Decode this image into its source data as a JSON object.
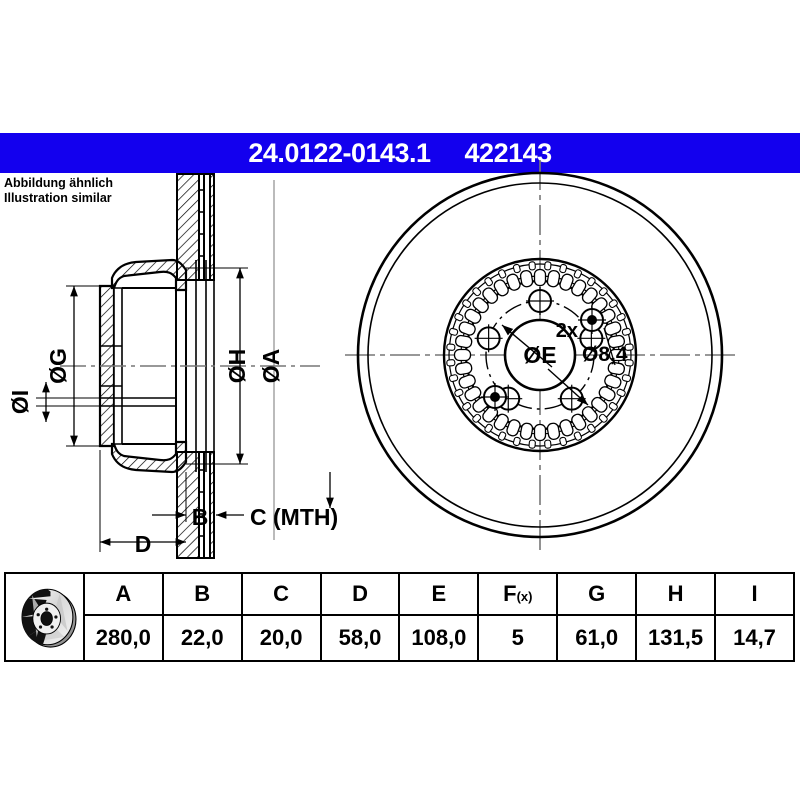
{
  "header": {
    "part_number": "24.0122-0143.1",
    "article_number": "422143",
    "background_color": "#1300ee",
    "text_color": "#ffffff"
  },
  "note": {
    "line_de": "Abbildung ähnlich",
    "line_en": "Illustration similar"
  },
  "drawing": {
    "section_view": {
      "labels": [
        {
          "key": "G",
          "text": "ØG",
          "orientation": "vertical"
        },
        {
          "key": "I",
          "text": "ØI",
          "orientation": "vertical"
        },
        {
          "key": "H",
          "text": "ØH",
          "orientation": "vertical"
        },
        {
          "key": "A",
          "text": "ØA",
          "orientation": "vertical"
        },
        {
          "key": "B",
          "text": "B",
          "orientation": "horizontal"
        },
        {
          "key": "C",
          "text": "C (MTH)",
          "orientation": "horizontal"
        },
        {
          "key": "D",
          "text": "D",
          "orientation": "horizontal"
        }
      ]
    },
    "face_view": {
      "bore_label": "ØE",
      "hole_count_label": "2x",
      "hole_diameter_label": "Ø8,4"
    }
  },
  "table": {
    "headers": [
      "A",
      "B",
      "C",
      "D",
      "E",
      "F",
      "G",
      "H",
      "I"
    ],
    "header_f_suffix": "(x)",
    "values": [
      "280,0",
      "22,0",
      "20,0",
      "58,0",
      "108,0",
      "5",
      "61,0",
      "131,5",
      "14,7"
    ],
    "thumbnail_name": "brake-disc-photo"
  }
}
